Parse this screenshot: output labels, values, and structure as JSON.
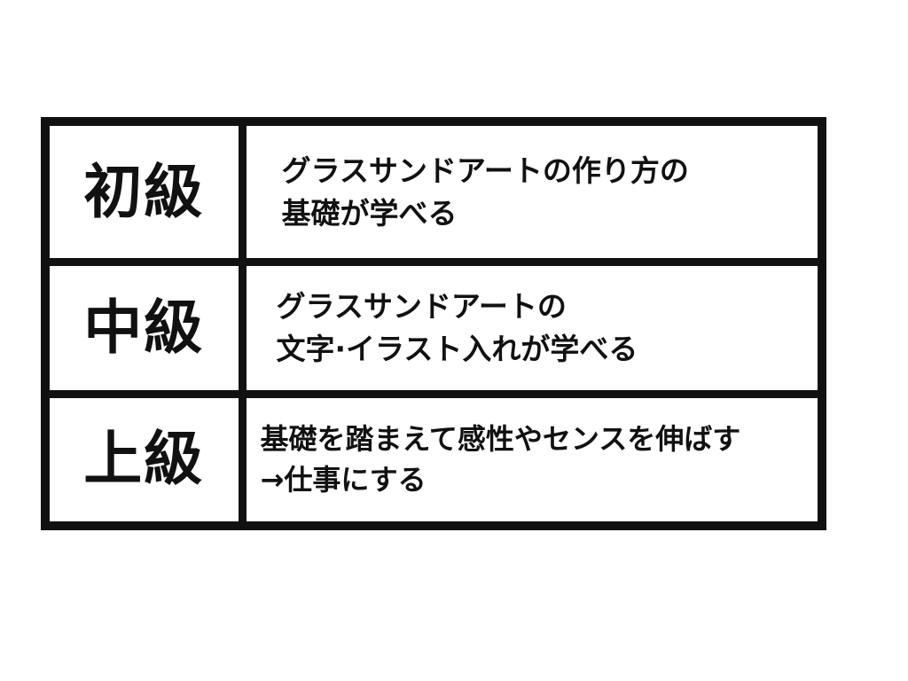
{
  "levels": [
    {
      "title": "初級",
      "description": [
        "グラスサンドアートの作り方の",
        "基礎が学べる"
      ]
    },
    {
      "title": "中級",
      "description": [
        "グラスサンドアートの",
        "文字·イラスト入れが学べる"
      ]
    },
    {
      "title": "上級",
      "description": [
        "基礎を踏まえて感性やセンスを伸ばす",
        "→仕事にする"
      ]
    }
  ],
  "colors": {
    "border": "#111111",
    "background": "#ffffff",
    "text": "#111111"
  }
}
